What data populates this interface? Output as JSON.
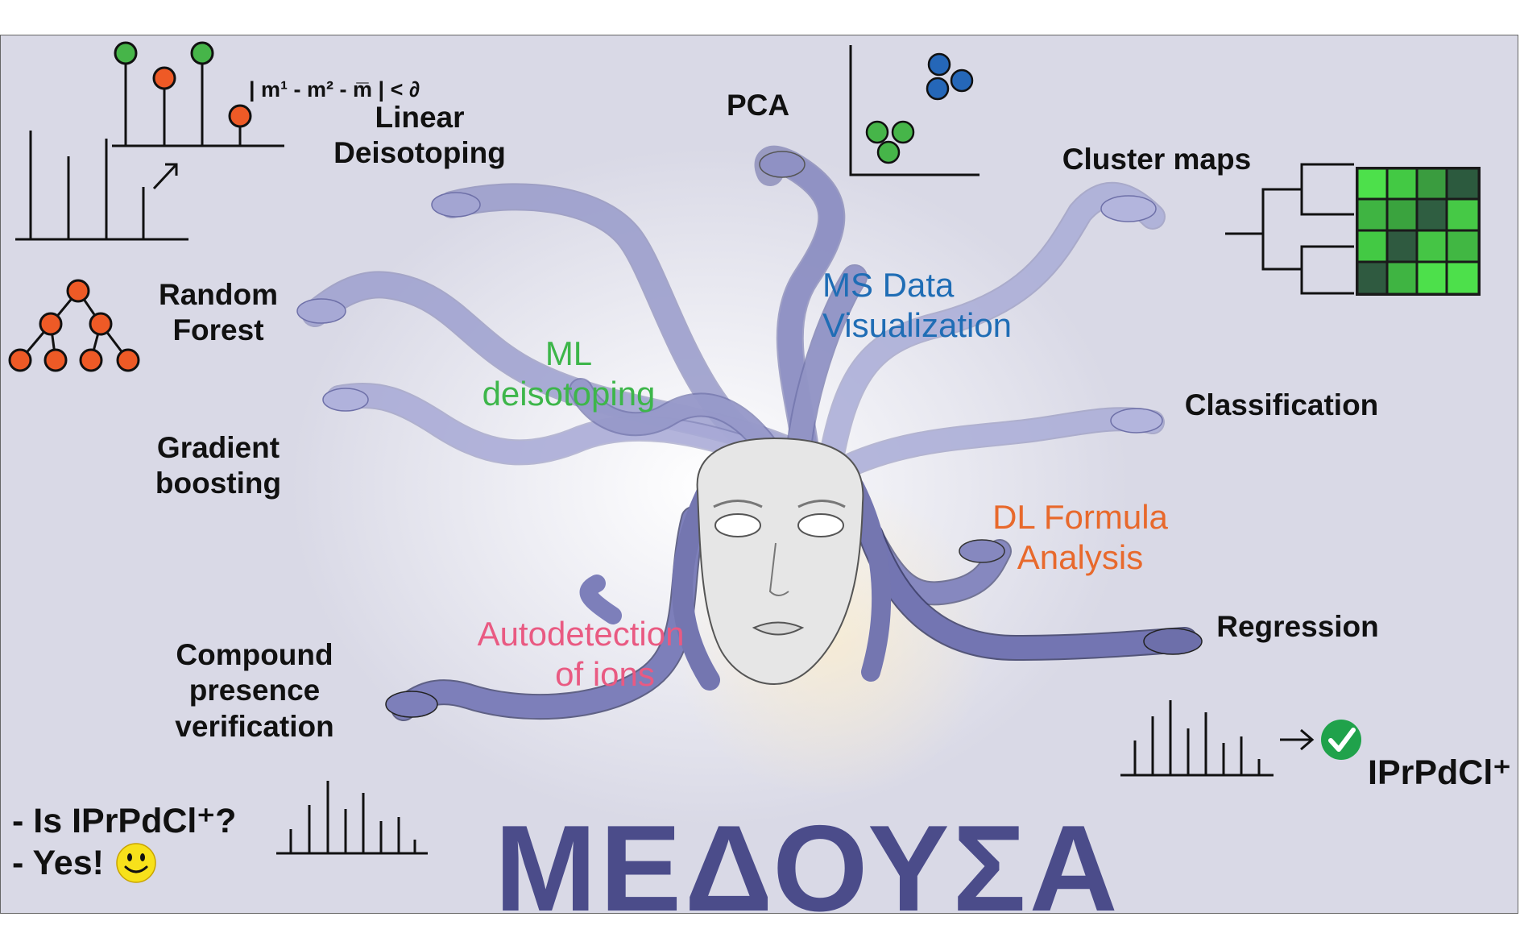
{
  "title": "ΜΕΔΟΥΣΑ",
  "formula": "| m¹ - m² - m̅ | < ∂",
  "labels": {
    "linear_deisotoping": [
      "Linear",
      "Deisotoping"
    ],
    "random_forest": [
      "Random",
      "Forest"
    ],
    "gradient_boosting": [
      "Gradient",
      "boosting"
    ],
    "compound_presence": [
      "Compound",
      "presence",
      "verification"
    ],
    "pca": "PCA",
    "cluster_maps": "Cluster maps",
    "classification": "Classification",
    "regression": "Regression"
  },
  "heads": {
    "ml_deisotoping": [
      "ML",
      "deisotoping"
    ],
    "ms_visualization": [
      "MS Data",
      "Visualization"
    ],
    "dl_formula": [
      "DL Formula",
      "Analysis"
    ],
    "autodetection": [
      "Autodetection",
      "of ions"
    ]
  },
  "qa": {
    "question": "- Is IPrPdCl⁺?",
    "answer": "- Yes!"
  },
  "result": "IPrPdCl⁺",
  "colors": {
    "title": "#4b4c8a",
    "ml_green": "#3db64a",
    "vis_blue": "#1f6db5",
    "dl_orange": "#e8692c",
    "auto_pink": "#e95a82",
    "snake": "#8f91c4",
    "snake_dark": "#6d6faa",
    "tree_node": "#ee5a26",
    "pca_green": "#46b549",
    "pca_blue": "#2567b8",
    "check_green": "#20a24b",
    "smiley": "#f7e11b"
  },
  "icons": [
    "lollipop-spectrum-icon",
    "spectrum-arrow-icon",
    "decision-tree-icon",
    "pca-scatter-icon",
    "dendrogram-heatmap-icon",
    "spectrum-icon",
    "checkmark-icon",
    "smiley-icon",
    "medusa-face-icon"
  ]
}
